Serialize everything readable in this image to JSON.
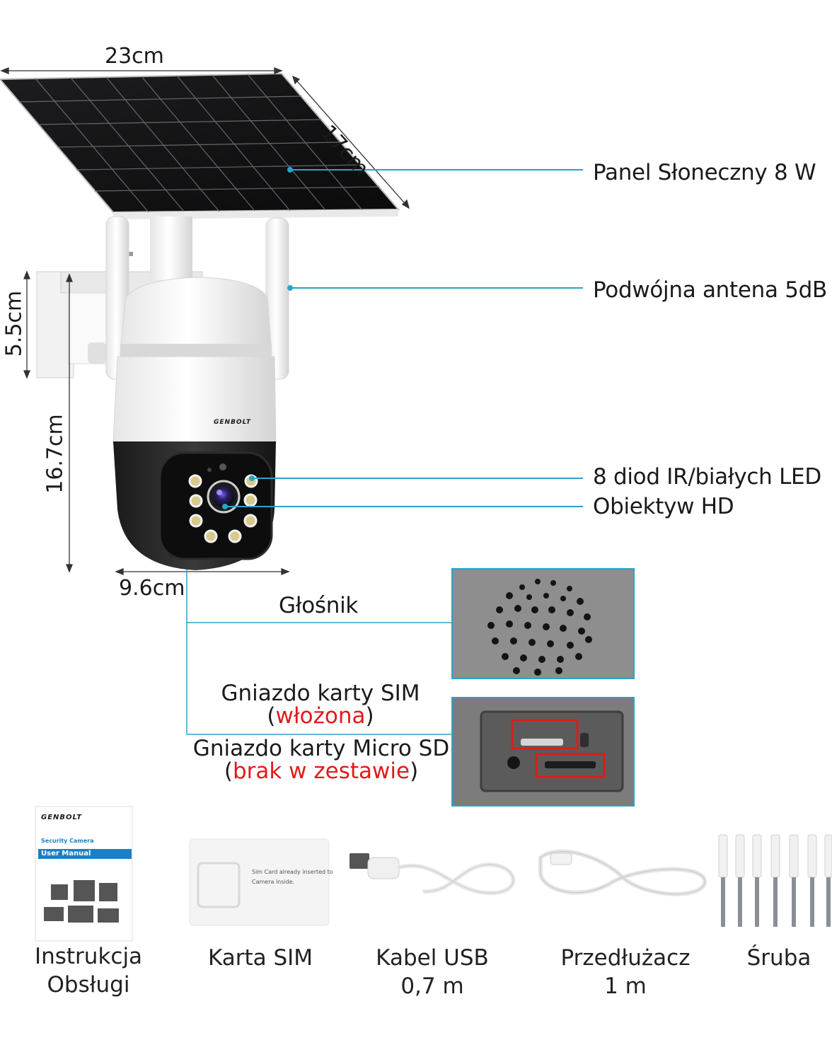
{
  "dimensions": {
    "width": "23cm",
    "depth": "17cm",
    "mount_height": "5.5cm",
    "camera_height": "16.7cm",
    "camera_width": "9.6cm"
  },
  "brand": {
    "logo_text": "GENBOLT"
  },
  "callouts": {
    "solar_panel": "Panel Słoneczny 8 W",
    "antenna": "Podwójna antena 5dB",
    "leds": "8 diod IR/białych LED",
    "lens": "Obiektyw HD",
    "speaker": "Głośnik"
  },
  "slots": {
    "sim_line1": "Gniazdo karty SIM",
    "sim_note": "włożona",
    "sd_line1": "Gniazdo karty Micro SD",
    "sd_note": "brak w zestawie"
  },
  "manual": {
    "subtitle": "Security Camera",
    "banner": "User Manual"
  },
  "sim_card": {
    "printed_text_1": "Sim Card already inserted to",
    "printed_text_2": "Camera inside."
  },
  "accessories": [
    {
      "line1": "Instrukcja",
      "line2": "Obsługi"
    },
    {
      "line1": "Karta SIM",
      "line2": ""
    },
    {
      "line1": "Kabel USB",
      "line2": "0,7 m"
    },
    {
      "line1": "Przedłużacz",
      "line2": "1 m"
    },
    {
      "line1": "Śruba",
      "line2": ""
    }
  ],
  "colors": {
    "callout_line": "#2aa3c9",
    "highlight_red": "#e01b1b",
    "manual_banner": "#1b7fc4"
  }
}
